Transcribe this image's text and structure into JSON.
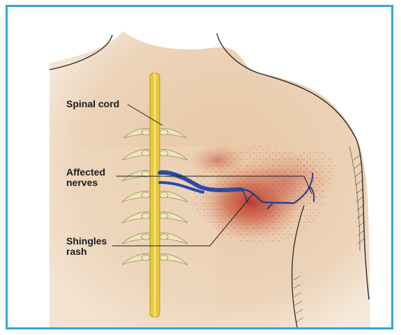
{
  "diagram": {
    "labels": {
      "spinal_cord": "Spinal cord",
      "affected_nerves": "Affected nerves",
      "shingles_rash": "Shingles rash"
    },
    "colors": {
      "border": "#2fa6dc",
      "skin": "#e8c8a6",
      "spinal_cord": "#e8d24a",
      "nerve_roots": "#efe3b2",
      "affected_nerve": "#2b4aa8",
      "rash": "#c0392b",
      "outline": "#2a2a2a"
    }
  }
}
